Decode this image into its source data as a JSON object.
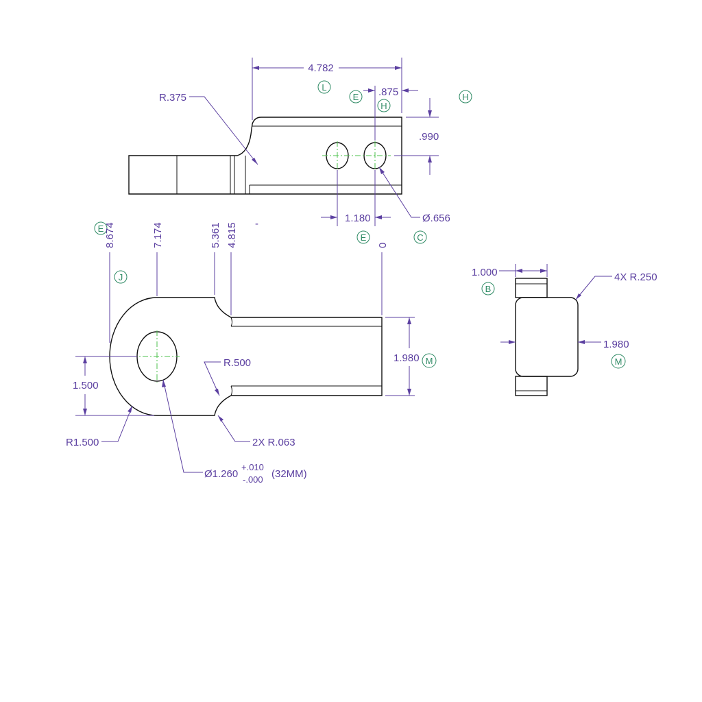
{
  "colors": {
    "dimension": "#5b3fa0",
    "datum_bubble": "#2e8a64",
    "geometry": "#111111",
    "centerline": "#4cc24c"
  },
  "top_view": {
    "overall_length": "4.782",
    "fillet_radius": "R.375",
    "hole_offset": ".875",
    "hole_height": ".990",
    "hole_spacing": "1.180",
    "hole_diameter": "Ø.656"
  },
  "ordinate_dims": [
    "8.674",
    "7.174",
    "5.361",
    "4.815",
    "0"
  ],
  "front_view": {
    "slot_radius": "R.500",
    "end_radius": "R1.500",
    "fillet_callout": "2X R.063",
    "width": "1.980",
    "hole_offset": "1.500",
    "bore_diameter": "Ø1.260",
    "bore_tol_upper": "+.010",
    "bore_tol_lower": "-.000",
    "bore_metric": "(32MM)"
  },
  "side_view": {
    "tab_width": "1.000",
    "corner_radius": "4X R.250",
    "width": "1.980"
  },
  "datums": {
    "L": "L",
    "E1": "E",
    "H1": "H",
    "H2": "H",
    "E2": "E",
    "E3": "E",
    "C": "C",
    "J": "J",
    "M1": "M",
    "B": "B",
    "M2": "M"
  },
  "stray_mark": "-"
}
